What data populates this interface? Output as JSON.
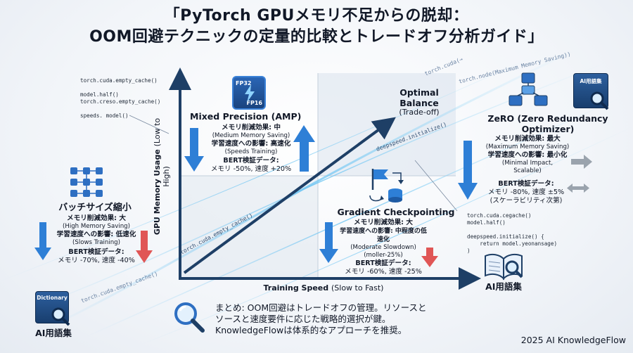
{
  "title": {
    "line1": "「PyTorch GPUメモリ不足からの脱却：",
    "line2": "OOM回避テクニックの定量的比較とトレードオフ分析ガイド」"
  },
  "axes": {
    "y_label": "GPU Memory Usage",
    "y_range": "(Low to High)",
    "x_label": "Training Speed",
    "x_range": "(Slow to Fast)"
  },
  "code_top_left": "torch.cuda.empty_cache()\n\nmodel.half()\ntorch.creso.empty_cache()\n\nspeeds. model()",
  "code_right": "torch.cuda.cegache()\nmodel.half()\n\ndeepspeed.initialize() {\n    return model.yeonansage)\n)",
  "faint_code": {
    "diag_top": "torch.cuda(→",
    "diag_top2": "torch.node(Maximum Memory Saving))",
    "deepspeed": "deepspeed.initialize()",
    "empty_cache_mid": "torch.cuda.empty_cache()",
    "empty_cache_low": "torch.cuda.empty_cache()"
  },
  "optimal": {
    "title": "Optimal Balance",
    "sub": "(Trade-off)"
  },
  "amp": {
    "chip_top": "FP32",
    "chip_bottom": "FP16",
    "title": "Mixed Precision (AMP)",
    "mem_label": "メモリ削減効果: 中",
    "mem_sub": "(Medium Memory Saving)",
    "speed_label": "学習速度への影響: 高速化",
    "speed_sub": "(Speeds Training)",
    "bert_label": "BERT検証データ:",
    "bert_value": "メモリ -50%, 速度 +20%"
  },
  "batch": {
    "title": "バッチサイズ縮小",
    "mem_label": "メモリ削減効果: 大",
    "mem_sub": "(High Memory Saving)",
    "speed_label": "学習速度への影響: 低速化",
    "speed_sub": "(Slows Training)",
    "bert_label": "BERT検証データ:",
    "bert_value": "メモリ -70%, 速度 -40%"
  },
  "gc": {
    "title": "Gradient Checkpointing",
    "mem_label": "メモリ削減効果: 大",
    "speed_label": "学習速度への影響: 中程度の低速化",
    "speed_sub": "(Moderate Slowdown)",
    "extra": "(moller-25%)",
    "bert_label": "BERT検証データ:",
    "bert_value": "メモリ -60%, 速度 -25%"
  },
  "zero": {
    "title_line1": "ZeRO (Zero Redundancy",
    "title_line2": "Optimizer)",
    "mem_label": "メモリ削減効果: 最大",
    "mem_sub": "(Maximum Memory Saving)",
    "speed_label": "学習速度への影響: 最小化",
    "speed_sub1": "(Minimal Impact,",
    "speed_sub2": "Scalable)",
    "bert_label": "BERT検証データ:",
    "bert_value": "メモリ -80%, 速度 ±5%",
    "bert_sub": "(スケーラビリティ次第)"
  },
  "glossary": {
    "book_top_label": "AI用語集",
    "right_label": "AI用語集",
    "left_book_label": "Dictionary",
    "left_label": "AI用語集"
  },
  "summary": {
    "line1": "まとめ: OOM回避はトレードオフの管理。リソースと",
    "line2": "ソースと速度要件に応じた戦略的選択が鍵。",
    "line3": "KnowledgeFlowは体系的なアプローチを推奨。"
  },
  "footer": "2025 AI KnowledgeFlow",
  "colors": {
    "axis": "#1e3f66",
    "blue_arrow": "#2e7fd6",
    "red_arrow": "#e05656",
    "grey_arrow": "#9aa3ad"
  }
}
